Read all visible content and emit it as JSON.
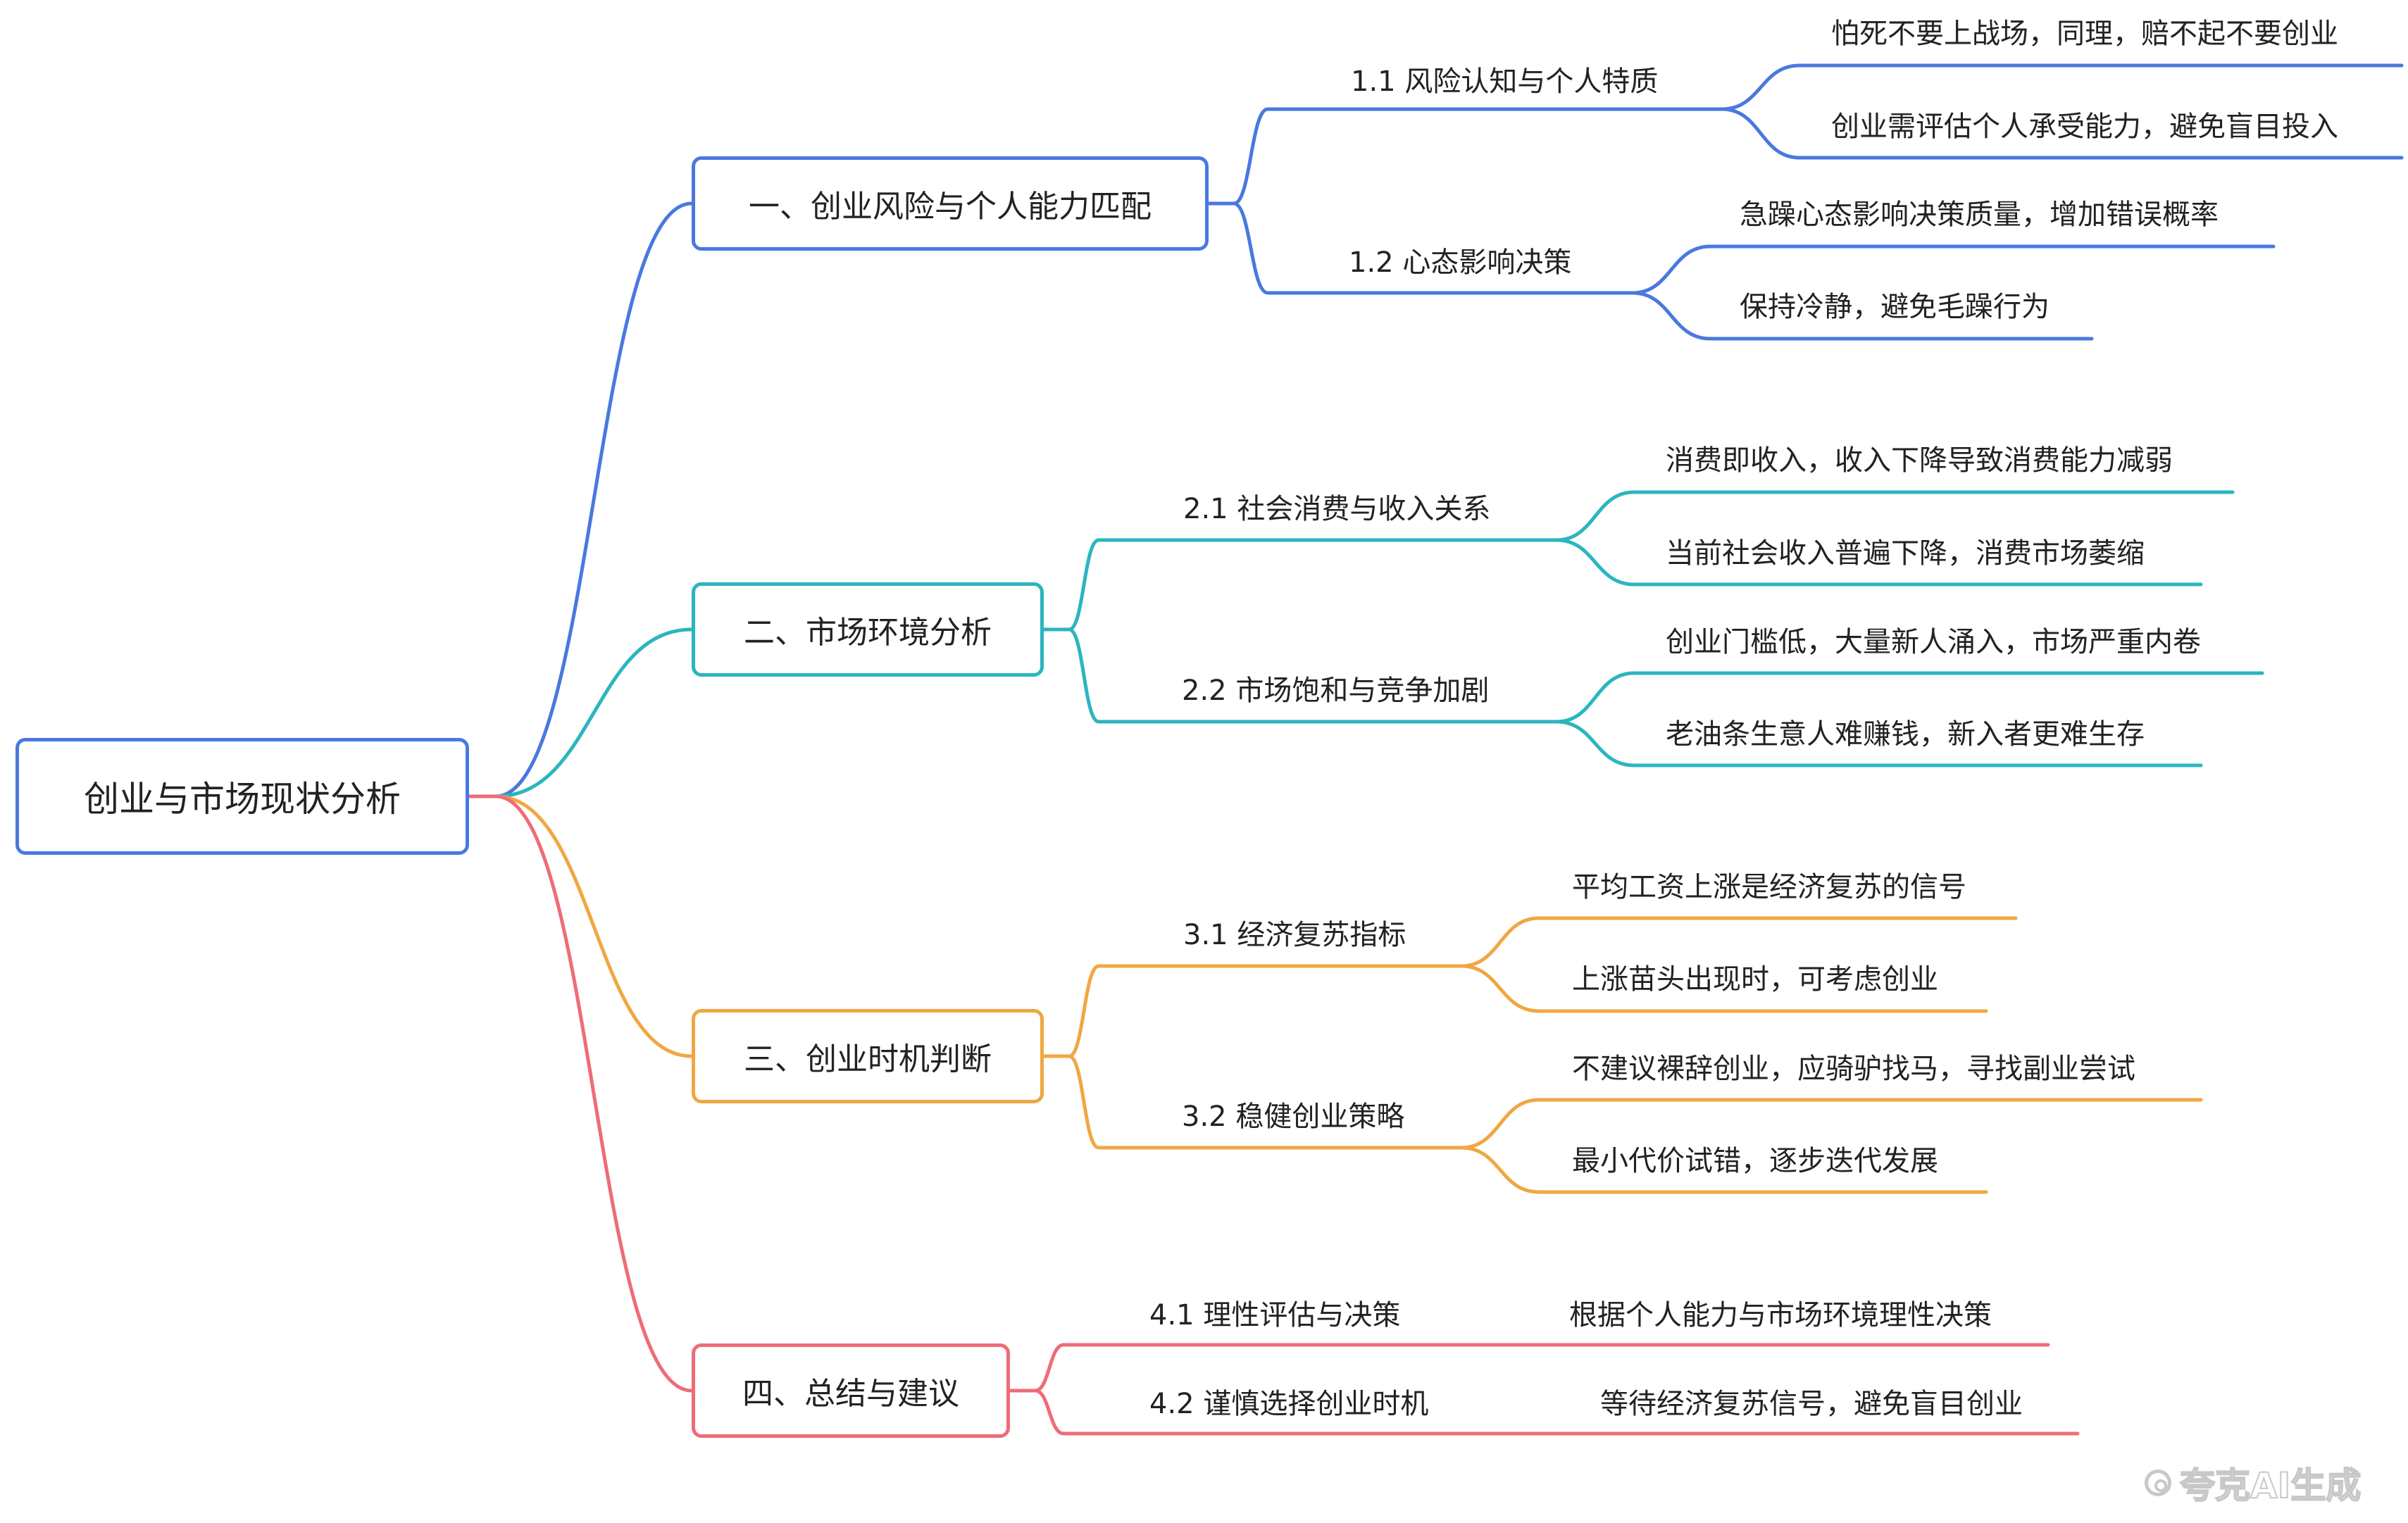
{
  "colors": {
    "branch_1": "#4a78e0",
    "branch_2": "#2bb5c0",
    "branch_3": "#f0a742",
    "branch_4": "#ee6c77"
  },
  "root": {
    "label": "创业与市场现状分析"
  },
  "branches": [
    {
      "label": "一、创业风险与个人能力匹配",
      "subs": [
        {
          "label": "1.1 风险认知与个人特质",
          "leaves": [
            "怕死不要上战场，同理，赔不起不要创业",
            "创业需评估个人承受能力，避免盲目投入"
          ]
        },
        {
          "label": "1.2 心态影响决策",
          "leaves": [
            "急躁心态影响决策质量，增加错误概率",
            "保持冷静，避免毛躁行为"
          ]
        }
      ]
    },
    {
      "label": "二、市场环境分析",
      "subs": [
        {
          "label": "2.1 社会消费与收入关系",
          "leaves": [
            "消费即收入，收入下降导致消费能力减弱",
            "当前社会收入普遍下降，消费市场萎缩"
          ]
        },
        {
          "label": "2.2 市场饱和与竞争加剧",
          "leaves": [
            "创业门槛低，大量新人涌入，市场严重内卷",
            "老油条生意人难赚钱，新入者更难生存"
          ]
        }
      ]
    },
    {
      "label": "三、创业时机判断",
      "subs": [
        {
          "label": "3.1 经济复苏指标",
          "leaves": [
            "平均工资上涨是经济复苏的信号",
            "上涨苗头出现时，可考虑创业"
          ]
        },
        {
          "label": "3.2 稳健创业策略",
          "leaves": [
            "不建议裸辞创业，应骑驴找马，寻找副业尝试",
            "最小代价试错，逐步迭代发展"
          ]
        }
      ]
    },
    {
      "label": "四、总结与建议",
      "subs": [
        {
          "label": "4.1 理性评估与决策",
          "leaves": [
            "根据个人能力与市场环境理性决策"
          ]
        },
        {
          "label": "4.2 谨慎选择创业时机",
          "leaves": [
            "等待经济复苏信号，避免盲目创业"
          ]
        }
      ]
    }
  ],
  "watermark": "夸克AI生成"
}
